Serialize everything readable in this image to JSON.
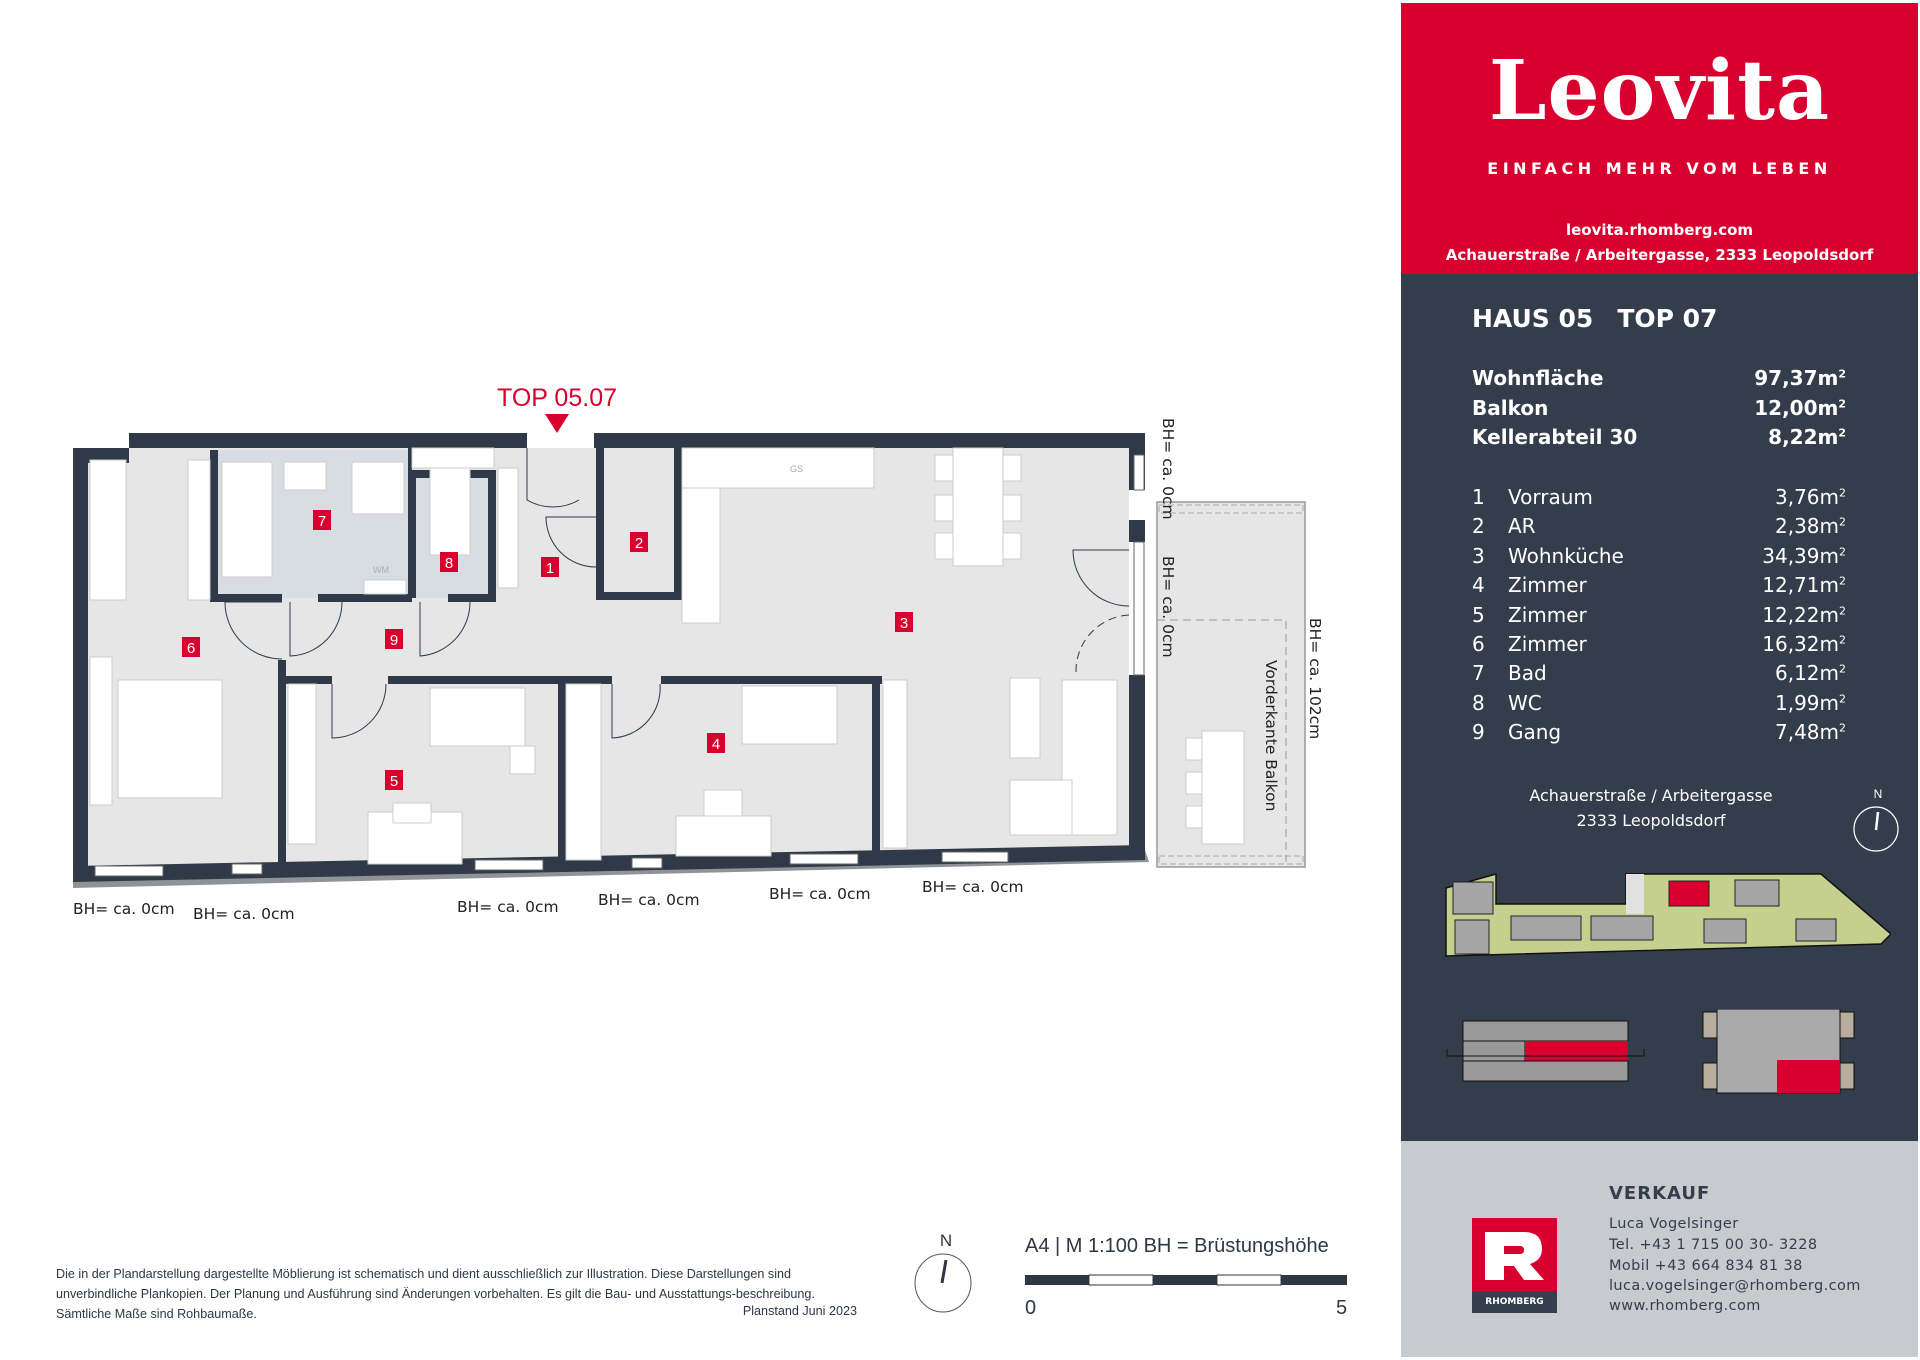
{
  "brand": {
    "logo": "Leovita",
    "tagline": "EINFACH MEHR VOM LEBEN",
    "url": "leovita.rhomberg.com",
    "address": "Achauerstraße / Arbeitergasse, 2333 Leopoldsdorf",
    "color_red": "#d8002f",
    "color_dark": "#333d4b"
  },
  "unit": {
    "haus": "HAUS 05",
    "top": "TOP 07",
    "summary": [
      {
        "label": "Wohnfläche",
        "value": "97,37m",
        "unit_sup": "2"
      },
      {
        "label": "Balkon",
        "value": "12,00m",
        "unit_sup": "2"
      },
      {
        "label": "Kellerabteil 30",
        "value": "8,22m",
        "unit_sup": "2"
      }
    ],
    "rooms": [
      {
        "no": "1",
        "name": "Vorraum",
        "value": "3,76m",
        "unit_sup": "2"
      },
      {
        "no": "2",
        "name": "AR",
        "value": "2,38m",
        "unit_sup": "2"
      },
      {
        "no": "3",
        "name": "Wohnküche",
        "value": "34,39m",
        "unit_sup": "2"
      },
      {
        "no": "4",
        "name": "Zimmer",
        "value": "12,71m",
        "unit_sup": "2"
      },
      {
        "no": "5",
        "name": "Zimmer",
        "value": "12,22m",
        "unit_sup": "2"
      },
      {
        "no": "6",
        "name": "Zimmer",
        "value": "16,32m",
        "unit_sup": "2"
      },
      {
        "no": "7",
        "name": "Bad",
        "value": "6,12m",
        "unit_sup": "2"
      },
      {
        "no": "8",
        "name": "WC",
        "value": "1,99m",
        "unit_sup": "2"
      },
      {
        "no": "9",
        "name": "Gang",
        "value": "7,48m",
        "unit_sup": "2"
      }
    ]
  },
  "site": {
    "address_line1": "Achauerstraße / Arbeitergasse",
    "address_line2": "2333 Leopoldsdorf",
    "north": "N"
  },
  "sales": {
    "heading": "VERKAUF",
    "logo_text": "RHOMBERG",
    "name": "Luca Vogelsinger",
    "tel": "Tel. +43 1 715 00 30- 3228",
    "mobil": "Mobil +43 664 834 81 38",
    "email": "luca.vogelsinger@rhomberg.com",
    "web": "www.rhomberg.com"
  },
  "plan": {
    "unit_label": "TOP 05.07",
    "kitchen_gs": "GS",
    "bath_wm": "WM",
    "bh_labels": [
      "BH= ca. 0cm",
      "BH= ca. 0cm",
      "BH= ca. 0cm",
      "BH= ca. 0cm",
      "BH= ca. 0cm",
      "BH= ca. 0cm"
    ],
    "bh_right_top": "BH= ca. 0cm",
    "bh_right_door": "BH= ca. 0cm",
    "bh_balcony": "BH= ca. 102cm",
    "balcony_edge": "Vorderkante Balkon"
  },
  "footer": {
    "disclaimer": "Die in der Plandarstellung dargestellte Möblierung ist schematisch und dient ausschließlich zur Illustration. Diese Darstellungen sind unverbindliche Plankopien. Der Planung und Ausführung sind Änderungen vorbehalten. Es gilt die Bau- und Ausstattungs-beschreibung. Sämtliche Maße sind Rohbaumaße.",
    "planstand": "Planstand Juni 2023",
    "north": "N",
    "scale_text": "A4 | M 1:100   BH = Brüstungshöhe",
    "scale_start": "0",
    "scale_end": "5"
  }
}
